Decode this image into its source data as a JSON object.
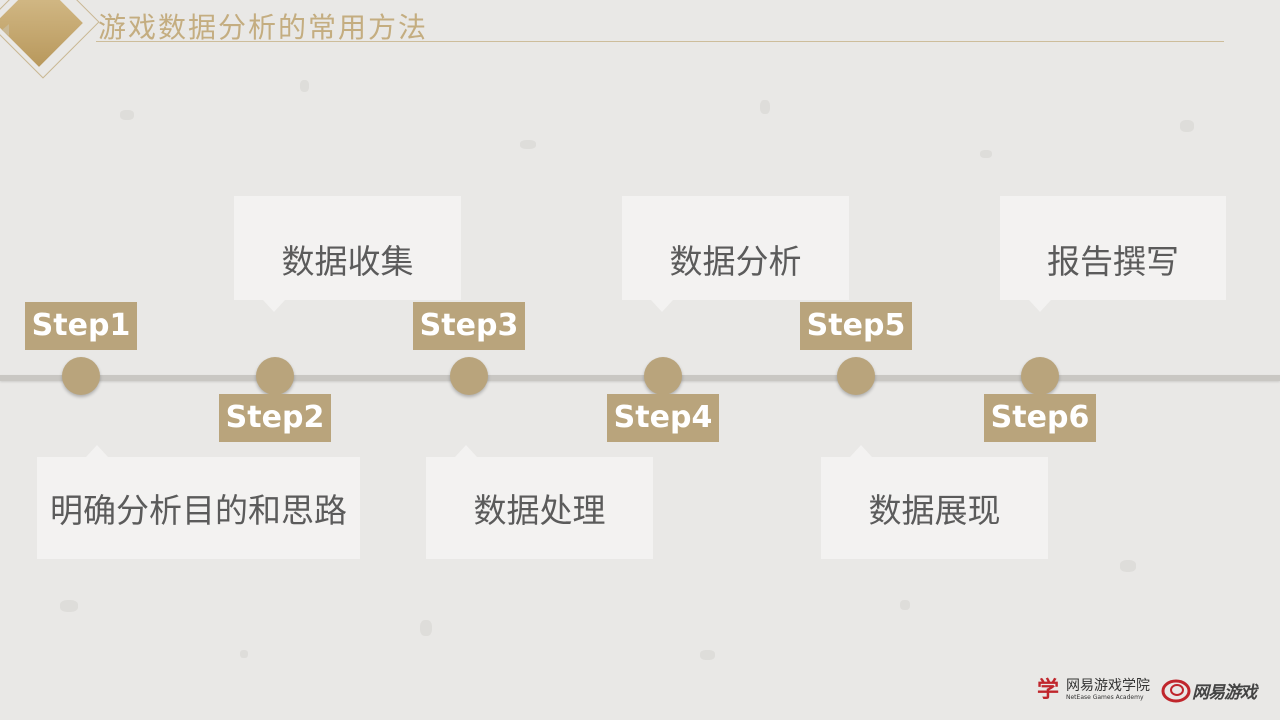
{
  "title": "游戏数据分析的常用方法",
  "steps": [
    {
      "label": "Step1",
      "text": "明确分析目的和思路"
    },
    {
      "label": "Step2",
      "text": "数据收集"
    },
    {
      "label": "Step3",
      "text": "数据处理"
    },
    {
      "label": "Step4",
      "text": "数据分析"
    },
    {
      "label": "Step5",
      "text": "数据展现"
    },
    {
      "label": "Step6",
      "text": "报告撰写"
    }
  ],
  "footer": {
    "academy_name": "网易游戏学院",
    "academy_english": "NetEase Games Academy",
    "brand_name": "网易游戏"
  },
  "colors": {
    "accent": "#b9a47c",
    "title": "#c4ad80",
    "card": "#f3f2f1",
    "background": "#e9e8e6"
  }
}
